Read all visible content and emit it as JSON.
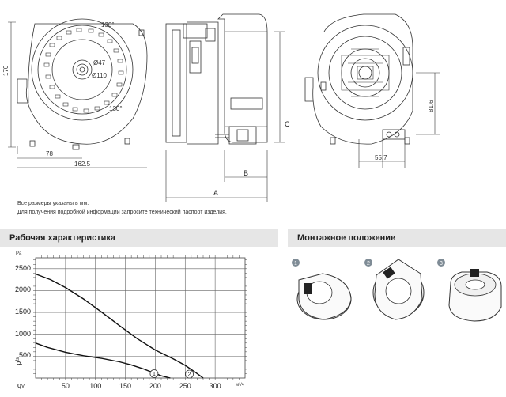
{
  "drawing": {
    "dim_height": "170",
    "dim_78": "78",
    "dim_width": "162.5",
    "angle_top": "130°",
    "angle_bottom": "130°",
    "dia_inner": "Ø47",
    "dia_outer": "Ø110",
    "dim_a": "A",
    "dim_b": "B",
    "dim_c": "C",
    "dim_816": "81.6",
    "dim_557": "55.7"
  },
  "notes": {
    "line1": "Все размеры указаны в мм.",
    "line2": "Для получения подробной информации запросите технический паспорт изделия."
  },
  "performance": {
    "title": "Рабочая характеристика",
    "y_unit": "Pa",
    "y_axis_symbol": "p",
    "y_axis_subscript": "fs",
    "x_axis_symbol": "q",
    "x_axis_subscript": "V",
    "x_unit": "м³/ч"
  },
  "mounting": {
    "title": "Монтажное положение",
    "positions": [
      "1",
      "2",
      "3"
    ]
  },
  "chart_data": {
    "type": "line",
    "xlabel": "qV",
    "ylabel": "pfs",
    "x_unit": "м³/ч",
    "y_unit": "Pa",
    "xlim": [
      0,
      350
    ],
    "ylim": [
      0,
      2750
    ],
    "x_ticks": [
      50,
      100,
      150,
      200,
      250,
      300
    ],
    "y_ticks": [
      500,
      1000,
      1500,
      2000,
      2500
    ],
    "grid": true,
    "series": [
      {
        "name": "1",
        "x": [
          0,
          20,
          50,
          80,
          110,
          140,
          160,
          180,
          195,
          210,
          225
        ],
        "y": [
          800,
          700,
          590,
          510,
          450,
          370,
          300,
          210,
          130,
          50,
          0
        ]
      },
      {
        "name": "2",
        "x": [
          0,
          25,
          50,
          80,
          110,
          140,
          170,
          200,
          230,
          250,
          265,
          280
        ],
        "y": [
          2380,
          2250,
          2070,
          1810,
          1510,
          1200,
          900,
          640,
          440,
          290,
          150,
          0
        ]
      }
    ],
    "markers": [
      {
        "label": "1",
        "x": 198,
        "y": 100
      },
      {
        "label": "2",
        "x": 257,
        "y": 90
      }
    ]
  }
}
